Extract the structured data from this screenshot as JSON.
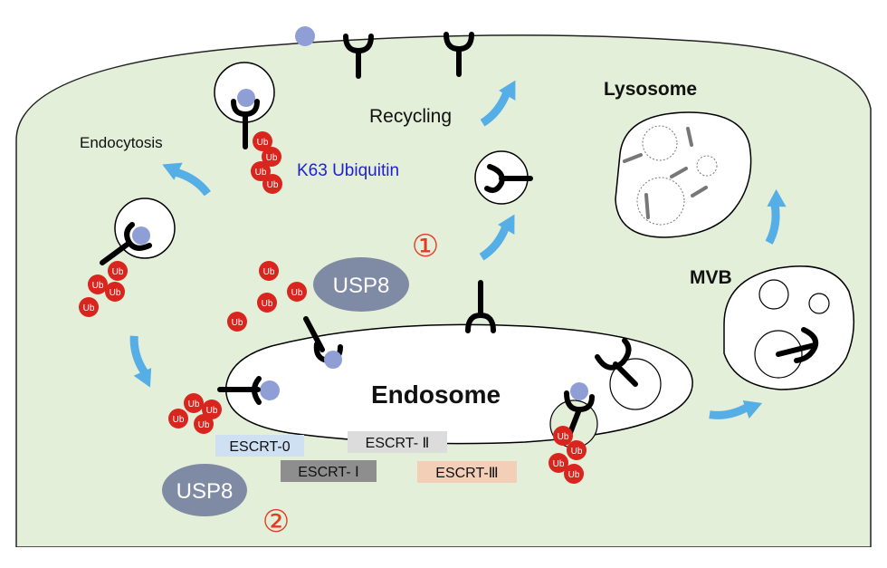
{
  "labels": {
    "recycling": "Recycling",
    "lysosome": "Lysosome",
    "endocytosis": "Endocytosis",
    "k63_ubiquitin": "K63 Ubiquitin",
    "mvb": "MVB",
    "endosome": "Endosome",
    "usp8_top": "USP8",
    "usp8_bottom": "USP8",
    "step1": "①",
    "step2": "②",
    "ub": "Ub"
  },
  "escrt": {
    "escrt0": "ESCRT-0",
    "escrt1": "ESCRT- Ⅰ",
    "escrt2": "ESCRT- Ⅱ",
    "escrt3": "ESCRT-Ⅲ"
  },
  "colors": {
    "cell_fill": "#e3efd9",
    "ubiquitin_red": "#d8261e",
    "ligand_blue": "#8f9fd6",
    "arrow_blue": "#55aee6",
    "usp8_gray": "#7f8aa4",
    "k63_text": "#1f1fd0",
    "step_red": "#e23b25",
    "escrt0_bg": "#cfe0f3",
    "escrt1_bg": "#8e8e8e",
    "escrt2_bg": "#dcdcdc",
    "escrt3_bg": "#f3cfb8"
  }
}
